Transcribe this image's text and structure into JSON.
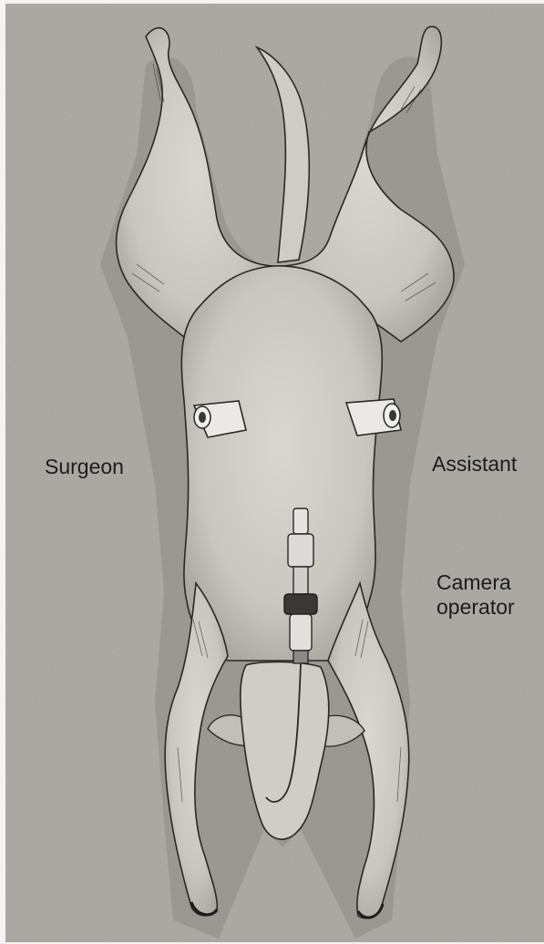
{
  "labels": {
    "surgeon": "Surgeon",
    "assistant": "Assistant",
    "camera_operator_line1": "Camera",
    "camera_operator_line2": "operator"
  }
}
